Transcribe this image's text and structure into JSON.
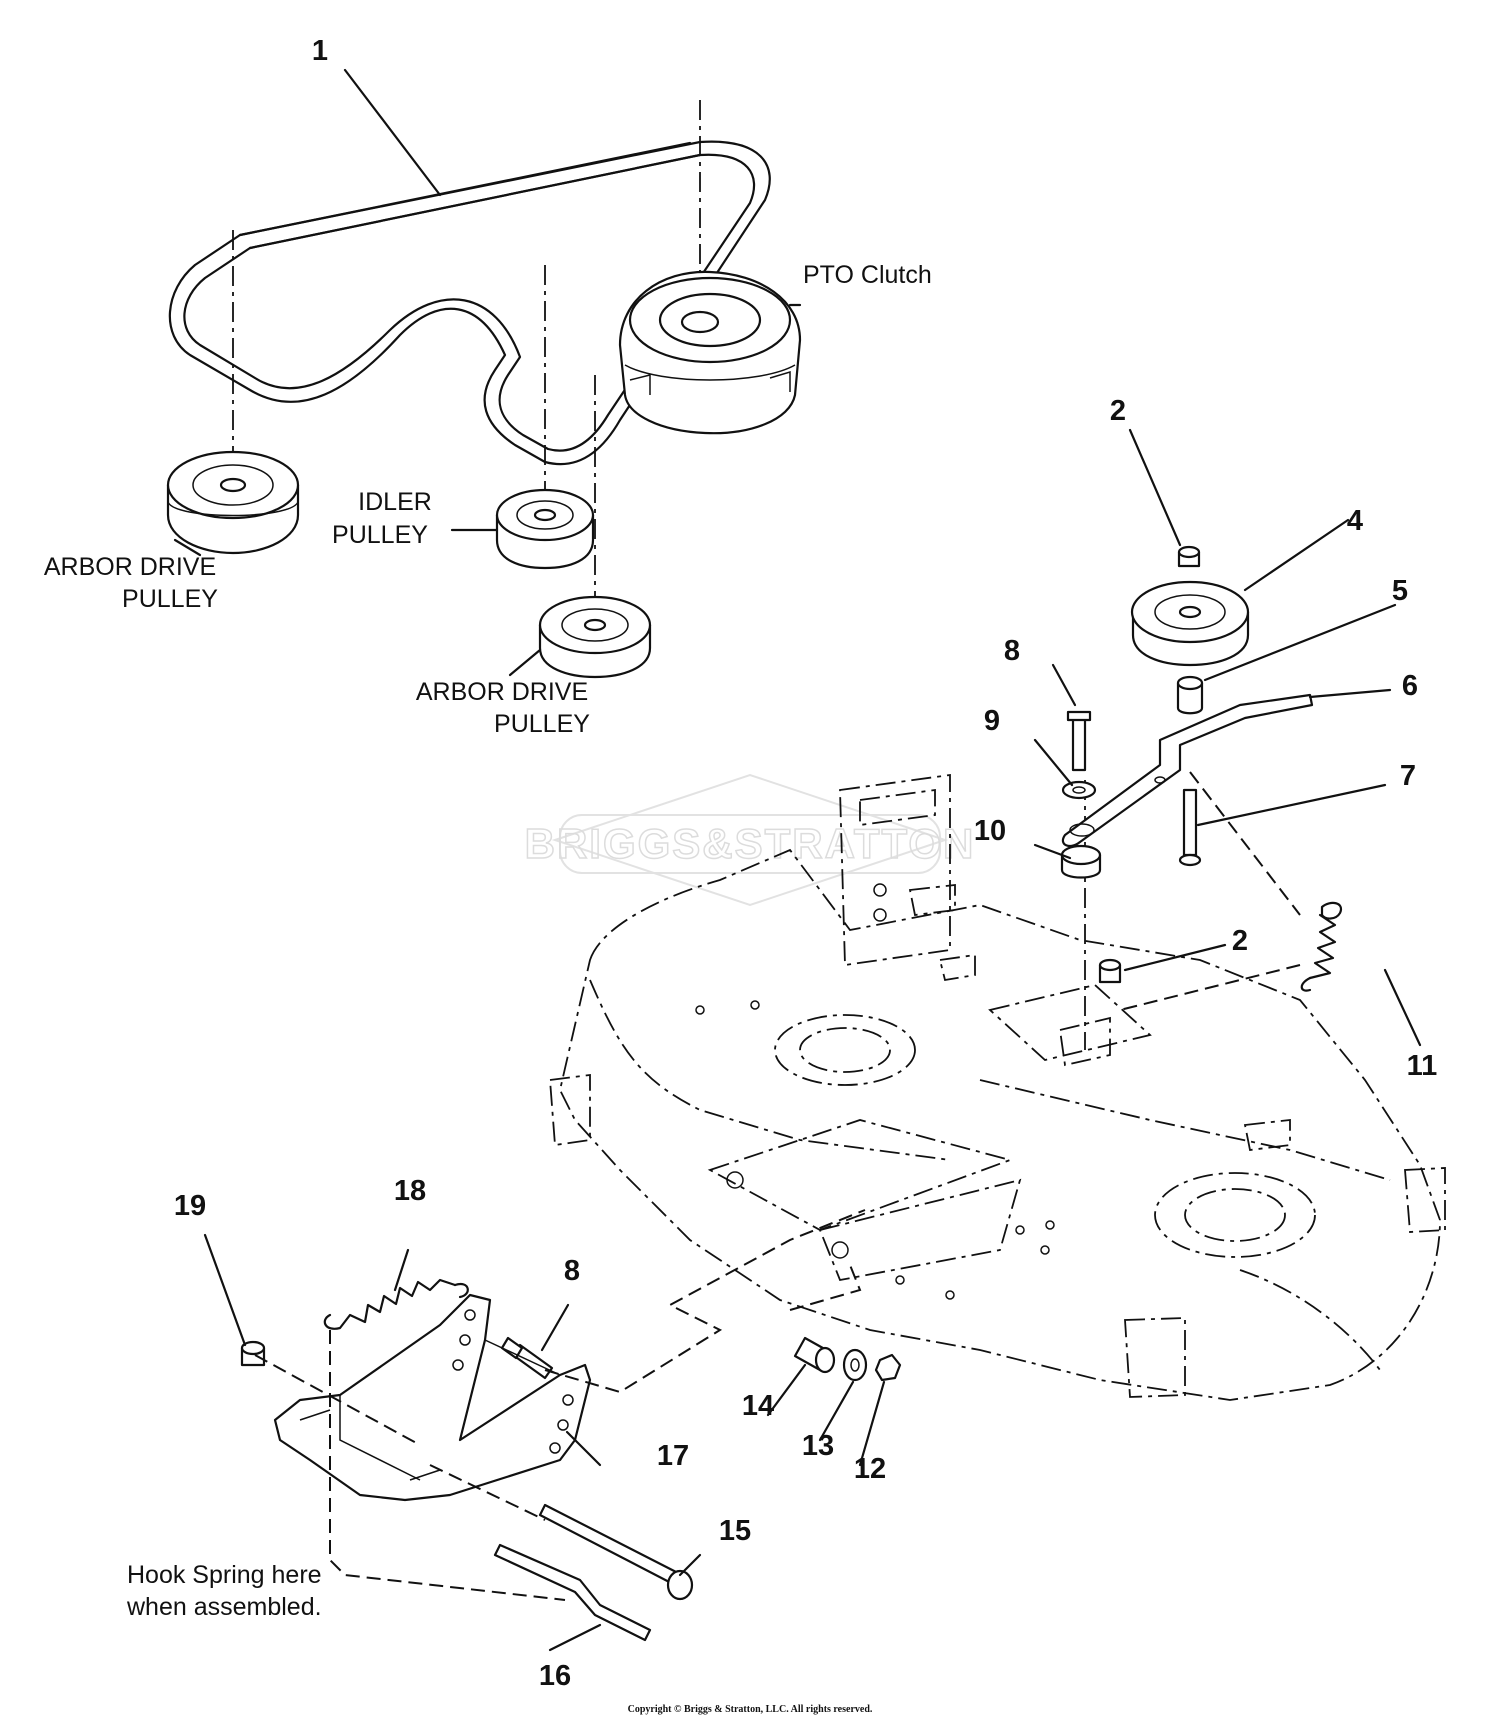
{
  "callouts": {
    "c1": "1",
    "c2a": "2",
    "c2b": "2",
    "c4": "4",
    "c5": "5",
    "c6": "6",
    "c7": "7",
    "c8a": "8",
    "c8b": "8",
    "c9": "9",
    "c10": "10",
    "c11": "11",
    "c12": "12",
    "c13": "13",
    "c14": "14",
    "c15": "15",
    "c16": "16",
    "c17": "17",
    "c18": "18",
    "c19": "19"
  },
  "labels": {
    "pto_clutch": "PTO Clutch",
    "idler_pulley_1": "IDLER",
    "idler_pulley_2": "PULLEY",
    "arbor_left_1": "ARBOR DRIVE",
    "arbor_left_2": "PULLEY",
    "arbor_mid_1": "ARBOR DRIVE",
    "arbor_mid_2": "PULLEY",
    "hook_note_1": "Hook Spring here",
    "hook_note_2": "when assembled."
  },
  "watermark": "BRIGGS&STRATTON",
  "copyright": "Copyright © Briggs & Stratton, LLC. All rights reserved."
}
